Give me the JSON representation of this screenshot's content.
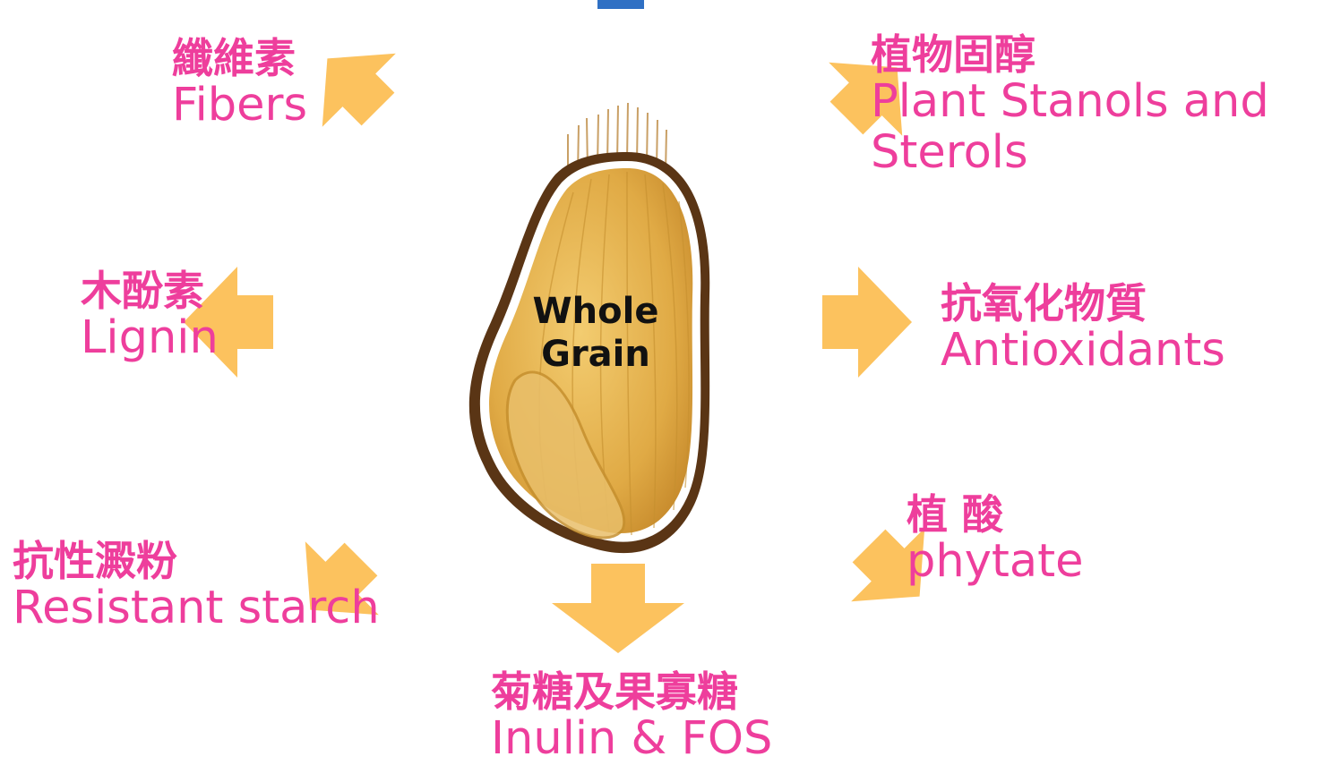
{
  "center": {
    "line1": "Whole",
    "line2": "Grain"
  },
  "labels": {
    "fibers": {
      "zh": "纖維素",
      "en": "Fibers"
    },
    "stanols": {
      "zh": "植物固醇",
      "en_line1": "Plant Stanols and",
      "en_line2": "Sterols"
    },
    "lignin": {
      "zh": "木酚素",
      "en": "Lignin"
    },
    "antioxidants": {
      "zh": "抗氧化物質",
      "en": "Antioxidants"
    },
    "resistant_starch": {
      "zh": "抗性澱粉",
      "en": "Resistant starch"
    },
    "phytate": {
      "zh": "植 酸",
      "en": "phytate"
    },
    "inulin": {
      "zh": "菊糖及果寡糖",
      "en": "Inulin & FOS"
    }
  },
  "colors": {
    "label_text": "#ee3e9c",
    "arrow": "#fcc25e",
    "top_arrow": "#2f70c4",
    "grain_fill": "#e2b24f",
    "grain_outline": "#5a3515"
  }
}
